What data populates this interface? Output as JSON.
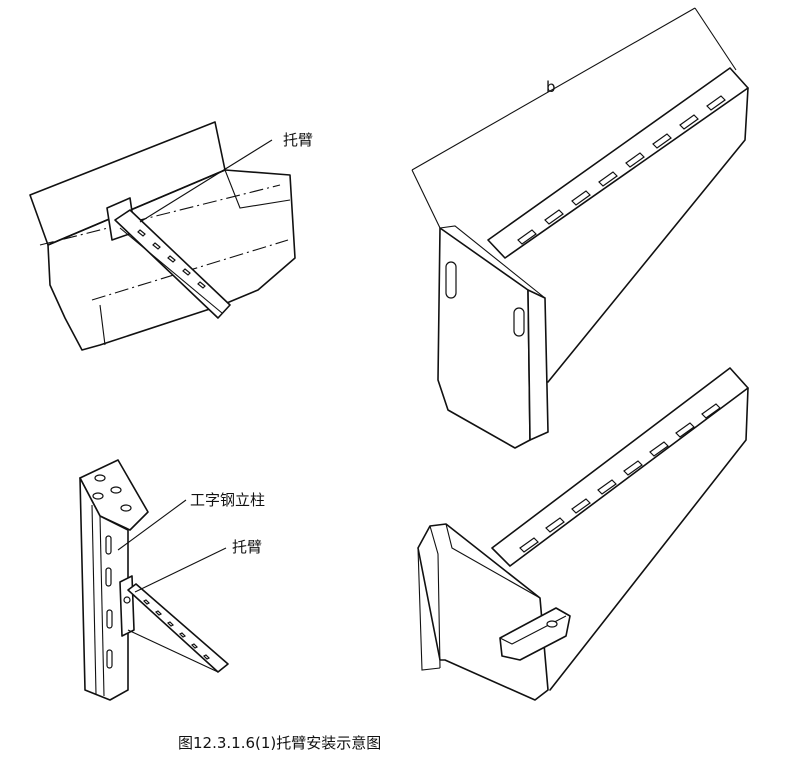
{
  "labels": {
    "bracket_label_top": "托臂",
    "column_label": "工字钢立柱",
    "bracket_label_bottom": "托臂",
    "dimension_b": "b"
  },
  "caption": "图12.3.1.6(1)托臂安装示意图"
}
